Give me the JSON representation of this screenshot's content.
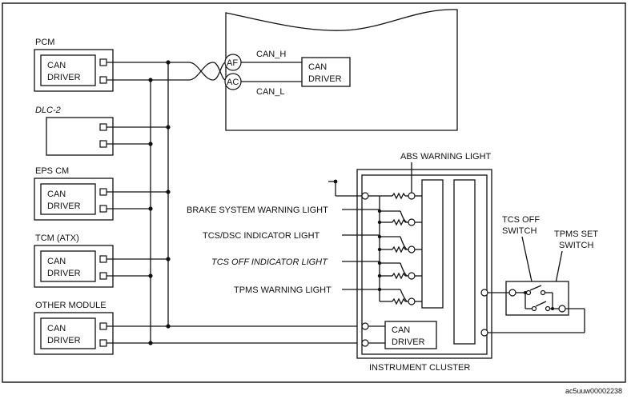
{
  "modules": {
    "pcm": "PCM",
    "dlc2": "DLC-2",
    "eps_cm": "EPS CM",
    "tcm": "TCM (ATX)",
    "other": "OTHER MODULE"
  },
  "can_driver": [
    "CAN",
    "DRIVER"
  ],
  "bus": {
    "high": "CAN_H",
    "low": "CAN_L",
    "af": "AF",
    "ac": "AC"
  },
  "cluster": {
    "title": "INSTRUMENT CLUSTER",
    "lights": {
      "abs": "ABS WARNING LIGHT",
      "brake": "BRAKE SYSTEM WARNING LIGHT",
      "tcs_dsc": "TCS/DSC INDICATOR LIGHT",
      "tcs_off": "TCS OFF INDICATOR LIGHT",
      "tpms": "TPMS WARNING LIGHT"
    }
  },
  "switches": {
    "tcs_off": [
      "TCS OFF",
      "SWITCH"
    ],
    "tpms_set": [
      "TPMS SET",
      "SWITCH"
    ]
  },
  "figure_id": "ac5uuw00002238"
}
